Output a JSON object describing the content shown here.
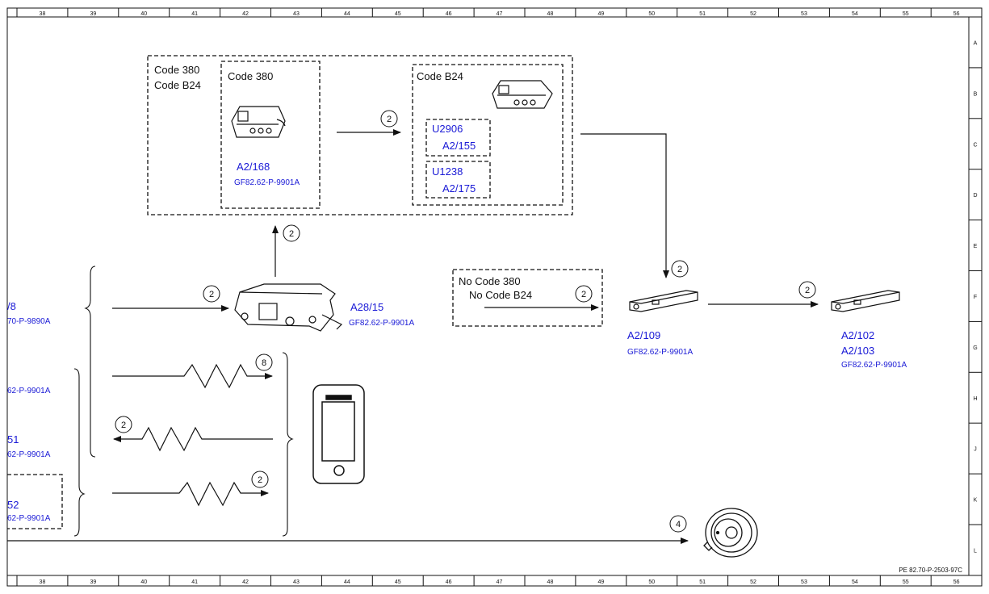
{
  "grid": {
    "columns": [
      "38",
      "39",
      "40",
      "41",
      "42",
      "43",
      "44",
      "45",
      "46",
      "47",
      "48",
      "49",
      "50",
      "51",
      "52",
      "53",
      "54",
      "55",
      "56"
    ],
    "rows": [
      "A",
      "B",
      "C",
      "D",
      "E",
      "F",
      "G",
      "H",
      "J",
      "K",
      "L"
    ]
  },
  "drawing_number": "PE 82.70-P-2503-97C",
  "outer_box": {
    "line1": "Code 380",
    "line2": "Code B24"
  },
  "box_380": {
    "title": "Code 380",
    "component": "A2/168",
    "ref": "GF82.62-P-9901A"
  },
  "box_b24": {
    "title": "Code B24",
    "sub1": {
      "code": "U2906",
      "component": "A2/155"
    },
    "sub2": {
      "code": "U1238",
      "component": "A2/175"
    }
  },
  "no_code_box": {
    "line1": "No Code 380",
    "line2": "No Code B24"
  },
  "center_unit": {
    "component": "A28/15",
    "ref": "GF82.62-P-9901A"
  },
  "antenna_109": {
    "component": "A2/109",
    "ref": "GF82.62-P-9901A"
  },
  "antenna_102": {
    "component1": "A2/102",
    "component2": "A2/103",
    "ref": "GF82.62-P-9901A"
  },
  "left_partial": {
    "item1_code": "/8",
    "item1_ref": "70-P-9890A",
    "item2_ref": "62-P-9901A",
    "item3_code": "51",
    "item3_ref": "62-P-9901A",
    "item4_code": "52",
    "item4_ref": "62-P-9901A"
  },
  "arrow_numbers": {
    "a1": "2",
    "a2": "2",
    "a3": "2",
    "a4": "8",
    "a5": "2",
    "a6": "2",
    "a7": "2",
    "a8": "2",
    "a9": "2",
    "a10": "4"
  },
  "colors": {
    "link_text": "#1a1ad6",
    "line": "#111111"
  }
}
